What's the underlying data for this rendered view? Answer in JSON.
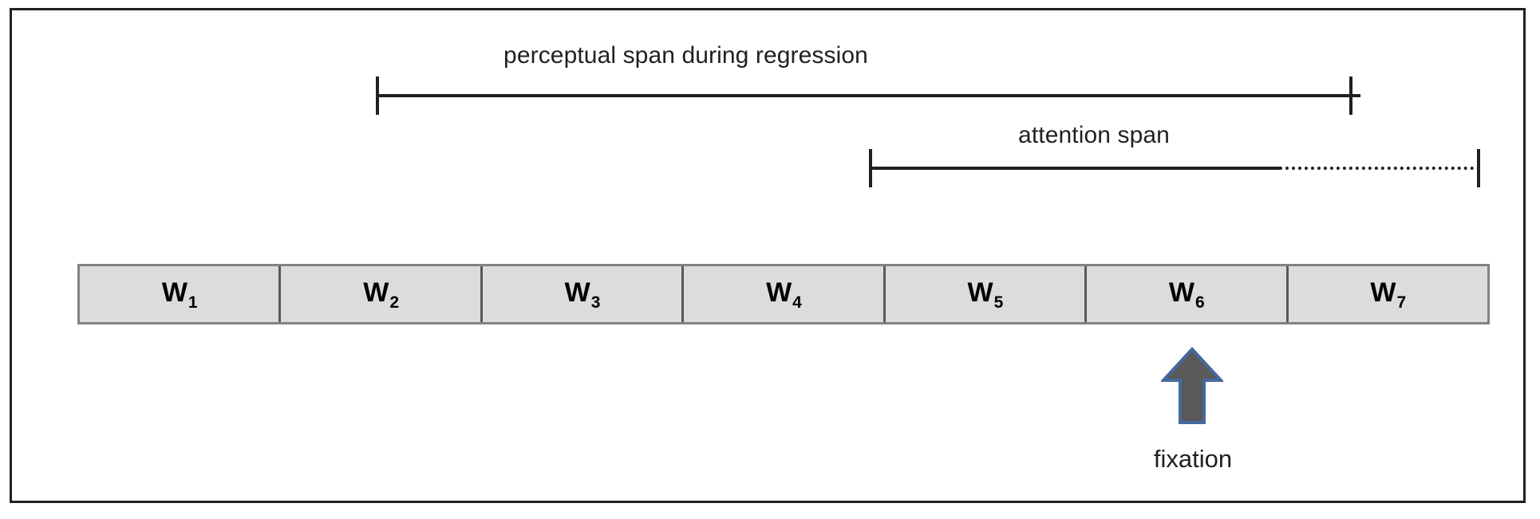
{
  "figure": {
    "title_text": "",
    "background_color": "#ffffff",
    "frame_color": "#231f20"
  },
  "annotations": {
    "perceptual_span": {
      "label": "perceptual span during regression",
      "line_style": "solid",
      "color": "#231f20"
    },
    "attention_span": {
      "label": "attention span",
      "line_style": "solid-then-dotted",
      "color": "#231f20"
    }
  },
  "word_strip": {
    "fill_color": "#dcdcdc",
    "border_color": "#58595b",
    "cells": [
      {
        "base": "W",
        "sub": "1"
      },
      {
        "base": "W",
        "sub": "2"
      },
      {
        "base": "W",
        "sub": "3"
      },
      {
        "base": "W",
        "sub": "4"
      },
      {
        "base": "W",
        "sub": "5"
      },
      {
        "base": "W",
        "sub": "6"
      },
      {
        "base": "W",
        "sub": "7"
      }
    ]
  },
  "fixation": {
    "label": "fixation",
    "arrow_fill": "#595959",
    "arrow_stroke": "#44699e",
    "target_cell": "W6"
  },
  "chart_data": {
    "type": "diagram",
    "title": "Perceptual span and attention span around a fixation",
    "categories": [
      "W1",
      "W2",
      "W3",
      "W4",
      "W5",
      "W6",
      "W7"
    ],
    "spans": [
      {
        "name": "perceptual span during regression",
        "start_category": "W2",
        "end_category": "W7",
        "start_edge": "left",
        "end_edge": "right",
        "style": "solid",
        "label_position": "above-center"
      },
      {
        "name": "attention span",
        "start_category": "W6",
        "end_category": "W7",
        "start_edge": "left",
        "end_edge": "right",
        "style": "solid to W6 end, dotted through W7",
        "label_position": "above-right"
      }
    ],
    "markers": [
      {
        "name": "fixation",
        "category": "W6",
        "symbol": "up-arrow",
        "position": "below-strip"
      }
    ]
  }
}
